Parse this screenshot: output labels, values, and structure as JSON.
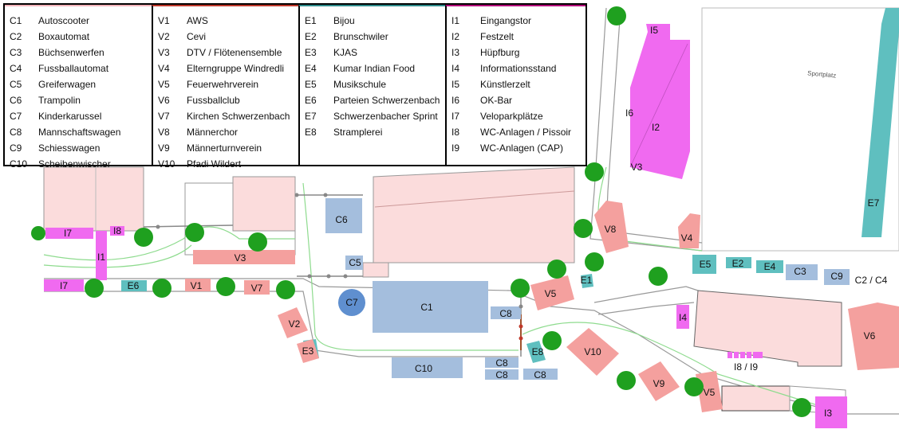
{
  "legend": {
    "columns": [
      {
        "category": "C",
        "items": [
          {
            "code": "C1",
            "name": "Autoscooter"
          },
          {
            "code": "C2",
            "name": "Boxautomat"
          },
          {
            "code": "C3",
            "name": "Büchsenwerfen"
          },
          {
            "code": "C4",
            "name": "Fussballautomat"
          },
          {
            "code": "C5",
            "name": "Greiferwagen"
          },
          {
            "code": "C6",
            "name": "Trampolin"
          },
          {
            "code": "C7",
            "name": "Kinderkarussel"
          },
          {
            "code": "C8",
            "name": "Mannschaftswagen"
          },
          {
            "code": "C9",
            "name": "Schiesswagen"
          },
          {
            "code": "C10",
            "name": "Scheibenwischer"
          }
        ]
      },
      {
        "category": "V",
        "items": [
          {
            "code": "V1",
            "name": "AWS"
          },
          {
            "code": "V2",
            "name": "Cevi"
          },
          {
            "code": "V3",
            "name": "DTV / Flötenensemble"
          },
          {
            "code": "V4",
            "name": "Elterngruppe Windredli"
          },
          {
            "code": "V5",
            "name": "Feuerwehrverein"
          },
          {
            "code": "V6",
            "name": "Fussballclub"
          },
          {
            "code": "V7",
            "name": "Kirchen Schwerzenbach"
          },
          {
            "code": "V8",
            "name": "Männerchor"
          },
          {
            "code": "V9",
            "name": "Männerturnverein"
          },
          {
            "code": "V10",
            "name": "Pfadi Wildert"
          }
        ]
      },
      {
        "category": "E",
        "items": [
          {
            "code": "E1",
            "name": "Bijou"
          },
          {
            "code": "E2",
            "name": "Brunschwiler"
          },
          {
            "code": "E3",
            "name": "KJAS"
          },
          {
            "code": "E4",
            "name": "Kumar Indian Food"
          },
          {
            "code": "E5",
            "name": "Musikschule"
          },
          {
            "code": "E6",
            "name": "Parteien Schwerzenbach"
          },
          {
            "code": "E7",
            "name": "Schwerzenbacher Sprint"
          },
          {
            "code": "E8",
            "name": "Stramplerei"
          }
        ]
      },
      {
        "category": "I",
        "items": [
          {
            "code": "I1",
            "name": "Eingangstor"
          },
          {
            "code": "I2",
            "name": "Festzelt"
          },
          {
            "code": "I3",
            "name": "Hüpfburg"
          },
          {
            "code": "I4",
            "name": "Informationsstand"
          },
          {
            "code": "I5",
            "name": "Künstlerzelt"
          },
          {
            "code": "I6",
            "name": "OK-Bar"
          },
          {
            "code": "I7",
            "name": "Veloparkplätze"
          },
          {
            "code": "I8",
            "name": "WC-Anlagen / Pissoir"
          },
          {
            "code": "I9",
            "name": "WC-Anlagen (CAP)"
          }
        ]
      }
    ]
  },
  "map": {
    "colors": {
      "C": "#a4bedd",
      "V": "#f4a09e",
      "E": "#5fbfbf",
      "I": "#f06af0",
      "tree": "#1fa01f",
      "building": "#fbdcdc",
      "path": "#8edb8e"
    },
    "sportplatz_label": "Sportplatz",
    "labels": {
      "C1": "C1",
      "C2_C4": "C2 / C4",
      "C3": "C3",
      "C5": "C5",
      "C6": "C6",
      "C7": "C7",
      "C8_a": "C8",
      "C8_b": "C8",
      "C8_c": "C8",
      "C8_d": "C8",
      "C9": "C9",
      "C10": "C10",
      "V1": "V1",
      "V2": "V2",
      "V3": "V3",
      "V3_b": "V3",
      "V4": "V4",
      "V5_a": "V5",
      "V5_b": "V5",
      "V6": "V6",
      "V7": "V7",
      "V8": "V8",
      "V9": "V9",
      "V10": "V10",
      "E1": "E1",
      "E2": "E2",
      "E3": "E3",
      "E4": "E4",
      "E5": "E5",
      "E6": "E6",
      "E7": "E7",
      "E8": "E8",
      "I1": "I1",
      "I2": "I2",
      "I3": "I3",
      "I4": "I4",
      "I5": "I5",
      "I6": "I6",
      "I7_a": "I7",
      "I7_b": "I7",
      "I8": "I8",
      "I8_I9": "I8 / I9"
    }
  }
}
